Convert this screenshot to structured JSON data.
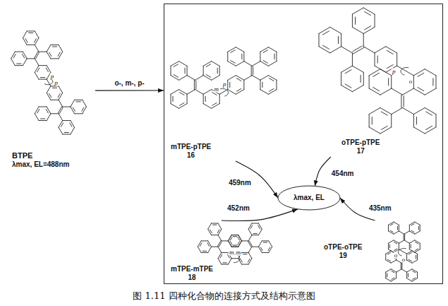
{
  "diagram": {
    "caption": "图 1.11 四种化合物的连接方式及结构示意图",
    "nodes": [
      {
        "text": [
          "BTPE",
          "λmax, EL=488nm"
        ]
      },
      {
        "text": []
      },
      {
        "text": [
          "mTPE-pTPE",
          "16"
        ],
        "in": 1
      },
      {
        "text": [
          "oTPE-pTPE",
          "17"
        ],
        "in": 1
      },
      {
        "text": [
          "λmax, EL"
        ],
        "in": 1
      },
      {
        "text": [
          "mTPE-mTPE",
          "18"
        ],
        "in": 1
      },
      {
        "text": [
          "oTPE-oTPE",
          "19"
        ],
        "in": 1
      }
    ],
    "edges": [
      {
        "from": 0,
        "to": 1,
        "arrow": "to",
        "label": "o-, m-, p-"
      },
      {
        "from": 2,
        "to": 4,
        "arrow": "to",
        "label": "459nm"
      },
      {
        "from": 3,
        "to": 4,
        "arrow": "to",
        "label": "454nm"
      },
      {
        "from": 5,
        "to": 4,
        "arrow": "to",
        "label": "452nm"
      },
      {
        "from": 6,
        "to": 4,
        "arrow": "to",
        "label": "435nm"
      }
    ],
    "labels": [
      "p",
      "p",
      "m",
      "p",
      "o",
      "p",
      "m",
      "m",
      "o",
      "o"
    ]
  }
}
